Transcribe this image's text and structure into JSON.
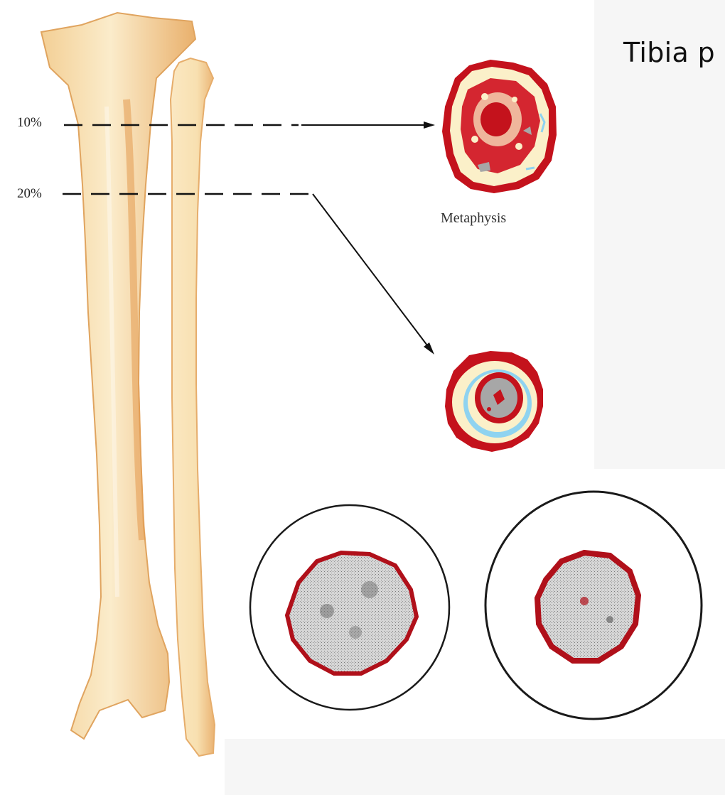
{
  "title": "Tibia p",
  "levels": [
    {
      "label": "10%"
    },
    {
      "label": "20%"
    }
  ],
  "caption": "Metaphysis",
  "colors": {
    "bone_fill": "#f7e4b8",
    "bone_shade": "#e9b06c",
    "cortex_red": "#c4121c",
    "marrow_gray": "#a7a7a7",
    "fat_blue": "#8fd3f0",
    "cream": "#fbf0c9"
  }
}
